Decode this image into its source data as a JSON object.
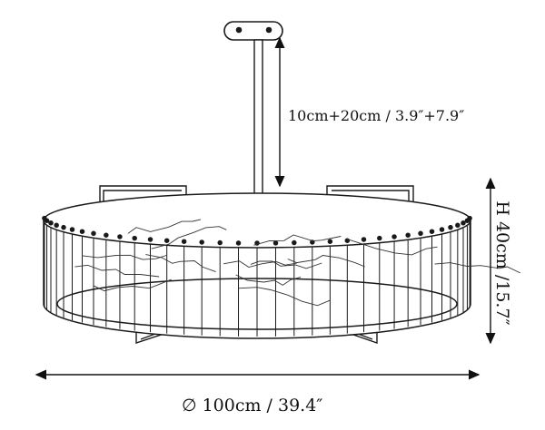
{
  "dimensions": {
    "rod_length": "10cm+20cm / 3.9″+7.9″",
    "height": "H 40cm /15.7″",
    "diameter": "∅ 100cm / 39.4″"
  },
  "colors": {
    "line": "#1a1a1a",
    "marble_vein": "#333333",
    "background": "#ffffff"
  }
}
